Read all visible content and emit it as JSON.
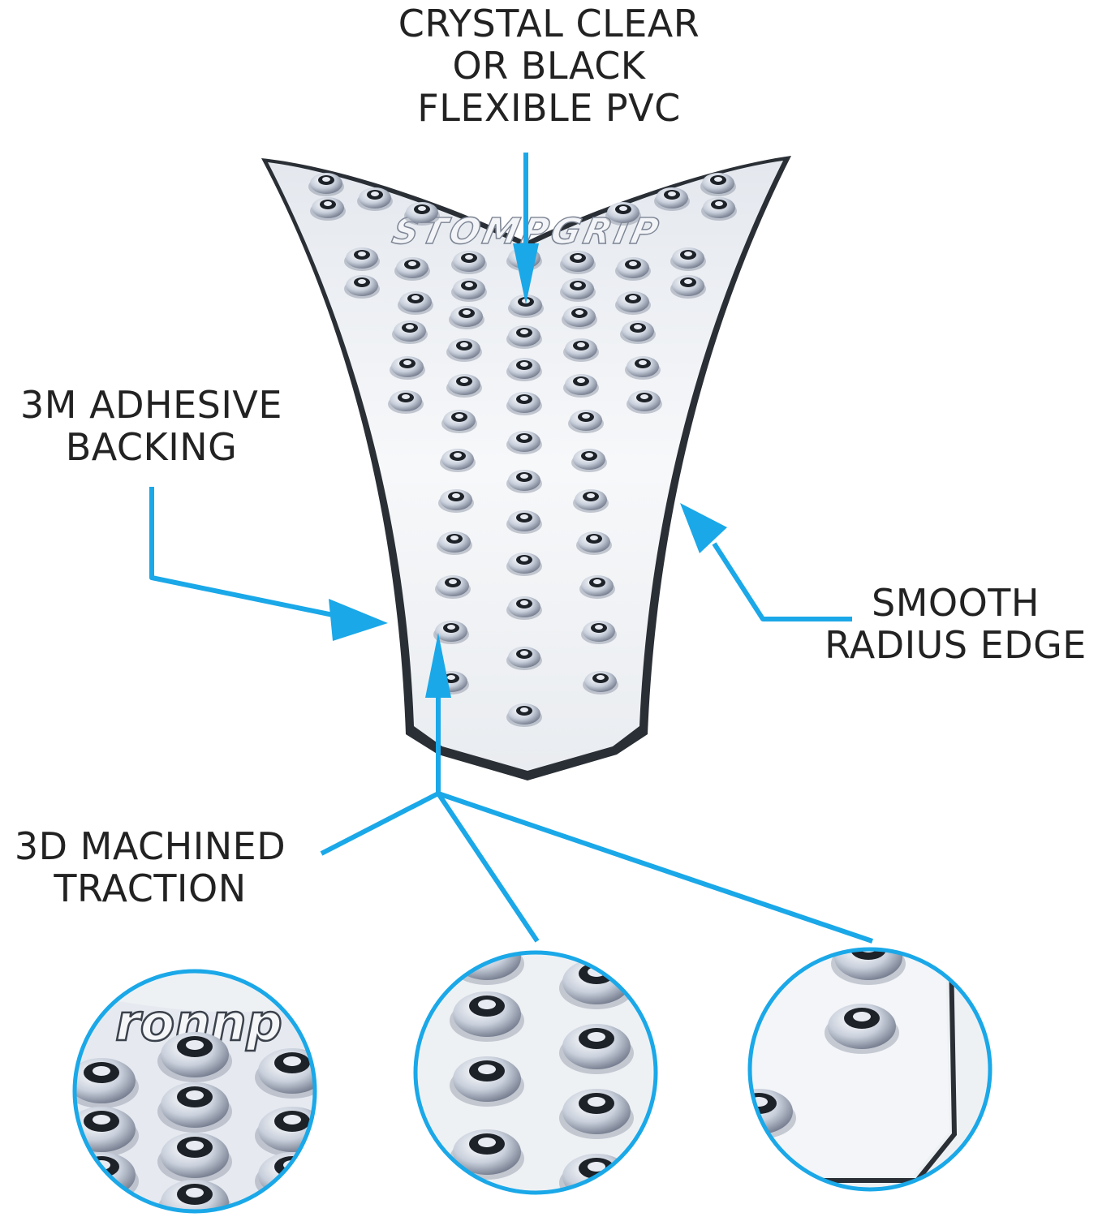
{
  "labels": {
    "top": [
      "CRYSTAL CLEAR",
      "OR BLACK",
      "FLEXIBLE PVC"
    ],
    "left": [
      "3M ADHESIVE",
      "BACKING"
    ],
    "right": [
      "SMOOTH",
      "RADIUS EDGE"
    ],
    "bottom": [
      "3D MACHINED",
      "TRACTION"
    ]
  },
  "logo_text": "STOMPGRIP",
  "colors": {
    "accent": "#1aa8e8",
    "pad_edge": "#2a2f36",
    "pad_fill": "#eef1f4",
    "text": "#222222"
  }
}
